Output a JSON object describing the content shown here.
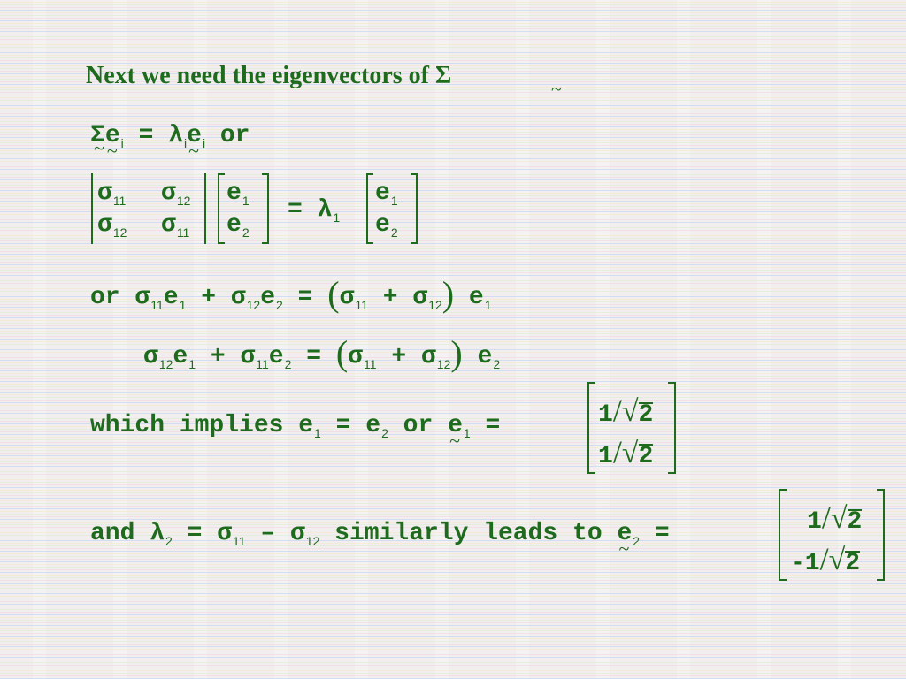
{
  "title": {
    "text": "Next we need the eigenvectors of Σ",
    "symbol_note": "~"
  },
  "eq1": {
    "lhs_sigma": "Σ",
    "lhs_e": "e",
    "lhs_sub": "i",
    "equals": "=",
    "lambda": "λ",
    "lambda_sub": "i",
    "rhs_e": "e",
    "rhs_sub": "i",
    "or": "or"
  },
  "matrix_eq": {
    "m11": "σ",
    "m11_sub": "11",
    "m12": "σ",
    "m12_sub": "12",
    "m21": "σ",
    "m21_sub": "12",
    "m22": "σ",
    "m22_sub": "11",
    "v1": "e",
    "v1_sub": "1",
    "v2": "e",
    "v2_sub": "2",
    "equals_lambda": "= λ",
    "lambda_sub": "1",
    "w1": "e",
    "w1_sub": "1",
    "w2": "e",
    "w2_sub": "2"
  },
  "eq3": {
    "or": "or",
    "sigma_a": "σ",
    "sigma_a_sub": "11",
    "e_a": "e",
    "e_a_sub": "1",
    "plus": "+",
    "sigma_b": "σ",
    "sigma_b_sub": "12",
    "e_b": "e",
    "e_b_sub": "2",
    "equals": "=",
    "sigma_c": "σ",
    "sigma_c_sub": "11",
    "plus2": "+",
    "sigma_d": "σ",
    "sigma_d_sub": "12",
    "e_c": "e",
    "e_c_sub": "1"
  },
  "eq4": {
    "sigma_a": "σ",
    "sigma_a_sub": "12",
    "e_a": "e",
    "e_a_sub": "1",
    "plus": "+",
    "sigma_b": "σ",
    "sigma_b_sub": "11",
    "e_b": "e",
    "e_b_sub": "2",
    "equals": "=",
    "sigma_c": "σ",
    "sigma_c_sub": "11",
    "plus2": "+",
    "sigma_d": "σ",
    "sigma_d_sub": "12",
    "e_c": "e",
    "e_c_sub": "2"
  },
  "eq5": {
    "text": "which implies e",
    "e1_sub": "1",
    "mid": " = e",
    "e2_sub": "2",
    "or": " or ",
    "ev": "e",
    "ev_sub": "1",
    "equals": " =",
    "top_num": "1",
    "top_den": "2",
    "bot_num": "1",
    "bot_den": "2"
  },
  "eq6": {
    "text": "and λ",
    "lambda_sub": "2",
    "mid": " = σ",
    "s1_sub": "11",
    "minus": " – σ",
    "s2_sub": "12",
    "tail": " similarly leads to ",
    "ev": "e",
    "ev_sub": "2",
    "equals": " =",
    "top_num": "1",
    "top_den": "2",
    "bot_num": "-1",
    "bot_den": "2"
  }
}
